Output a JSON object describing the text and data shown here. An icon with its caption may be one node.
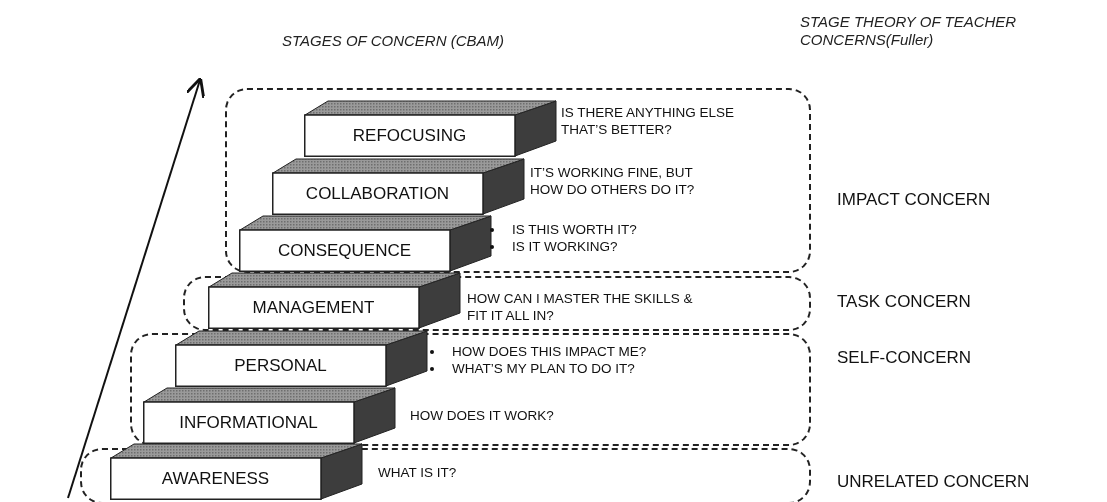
{
  "diagram": {
    "nodes": [
      {
        "text": [
          "IMPACT CONCERN"
        ]
      },
      {
        "text": [
          "REFOCUSING"
        ],
        "in": 0,
        "beside": [
          "IS THERE ANYTHING ELSE THAT’S BETTER?"
        ]
      },
      {
        "text": [
          "COLLABORATION"
        ],
        "in": 0,
        "beside": [
          "IT’S WORKING FINE, BUT HOW DO OTHERS DO IT?"
        ]
      },
      {
        "text": [
          "CONSEQUENCE"
        ],
        "in": 0,
        "beside": [
          "IS THIS WORTH IT?",
          "IS IT WORKING?"
        ]
      },
      {
        "text": [
          "TASK CONCERN"
        ]
      },
      {
        "text": [
          "MANAGEMENT"
        ],
        "in": 4,
        "beside": [
          "HOW CAN I MASTER THE SKILLS & FIT IT ALL IN?"
        ]
      },
      {
        "text": [
          "SELF-CONCERN"
        ]
      },
      {
        "text": [
          "PERSONAL"
        ],
        "in": 6,
        "beside": [
          "HOW DOES THIS IMPACT ME?",
          "WHAT’S MY PLAN TO DO IT?"
        ]
      },
      {
        "text": [
          "INFORMATIONAL"
        ],
        "in": 6,
        "beside": [
          "HOW DOES IT WORK?"
        ]
      },
      {
        "text": [
          "UNRELATED CONCERN"
        ]
      },
      {
        "text": [
          "AWARENESS"
        ],
        "in": 9,
        "beside": [
          "WHAT IS IT?"
        ]
      }
    ],
    "edges": [],
    "labels": [
      "STAGES OF CONCERN (CBAM)",
      "STAGE THEORY OF TEACHER CONCERNS(Fuller)"
    ]
  }
}
